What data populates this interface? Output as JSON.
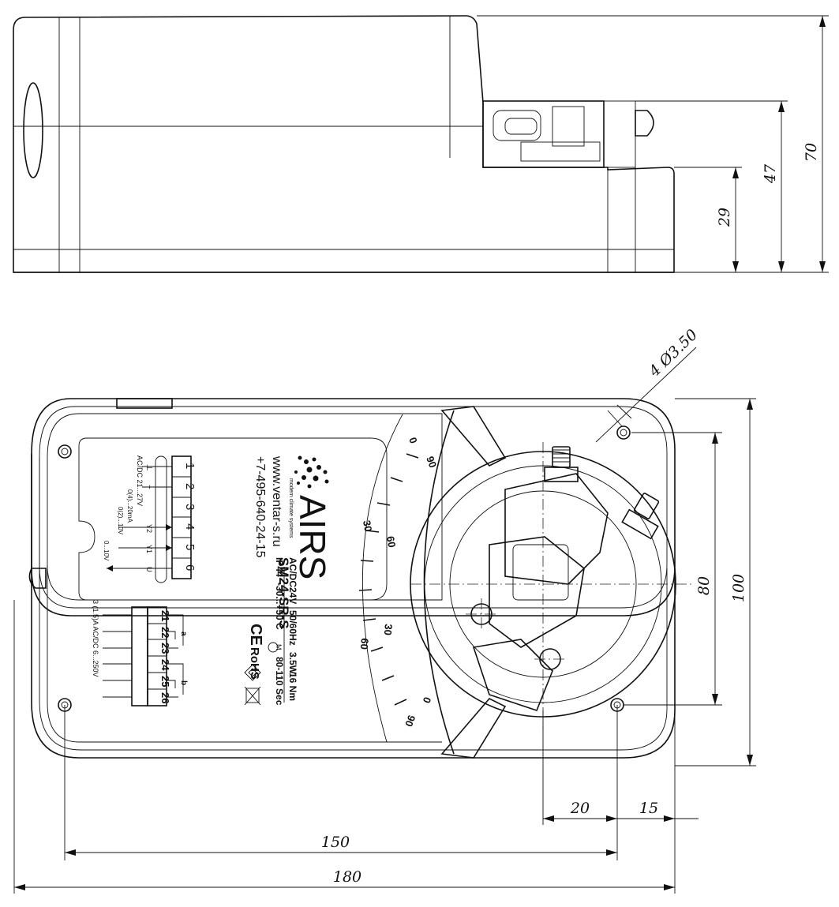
{
  "side_view": {
    "dimensions": {
      "h_total": "70",
      "h_mid": "47",
      "h_low": "29"
    }
  },
  "top_view": {
    "dimensions": {
      "hole_spec": "4 Ø3.50",
      "height_outer": "100",
      "height_holes": "80",
      "width_total": "180",
      "width_holes": "150",
      "offset_center": "20",
      "offset_edge": "15"
    },
    "label": {
      "brand": "AIRS",
      "brand_sub": "modern climate systems",
      "model": "SM24-SR-S",
      "url": "www.ventar-s.ru",
      "phone": "+7-495-640-24-15",
      "spec1_a": "AC/DC24V",
      "spec1_b": "50/60Hz",
      "spec1_c": "3.5W",
      "spec1_d": "16 Nm",
      "spec2_a": "IP44",
      "spec2_b": "-30...+50 C",
      "spec2_c": "M",
      "spec2_d": "80-110 Sec",
      "ce": "CE",
      "rohs": "RoHS"
    },
    "scale_labels": {
      "top_0": "0",
      "top_90": "90",
      "left_30": "30",
      "left_60": "60",
      "mid_30": "30",
      "mid_60": "60",
      "bot_0": "0",
      "bot_90": "90"
    },
    "terminals": {
      "block1": [
        "1",
        "2",
        "3",
        "4",
        "5",
        "6"
      ],
      "block1_notes": {
        "supply": "AC/DC 21...27V",
        "gnd": "⊥",
        "plus": "+",
        "y2": "Y2",
        "y1": "Y1",
        "u": "U",
        "ma": "0(4)...20mA",
        "v1": "0(2)...10V",
        "v2": "0...10V"
      },
      "block2": [
        "21",
        "22",
        "23",
        "24",
        "25",
        "26"
      ],
      "block2_notes": {
        "a": "a",
        "b": "b",
        "rating": "3 (1.5)A   AC/DC 6...250V"
      }
    }
  }
}
